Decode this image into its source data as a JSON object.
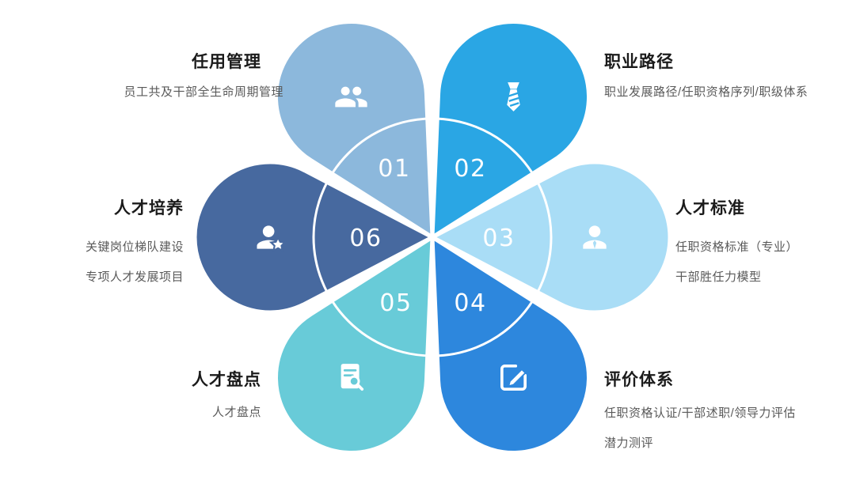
{
  "diagram": {
    "background": "#ffffff",
    "ring_color": "#ffffff",
    "number_color": "#ffffff",
    "title_color": "#1b1b1b",
    "subtitle_color": "#5a5a5a"
  },
  "petals": [
    {
      "number": "01",
      "title": "任用管理",
      "color": "#8cb8dc",
      "icon": "users-icon",
      "lines": [
        "员工共及干部全生命周期管理"
      ]
    },
    {
      "number": "02",
      "title": "职业路径",
      "color": "#2aa6e4",
      "icon": "tie-icon",
      "lines": [
        "职业发展路径/任职资格序列/职级体系"
      ]
    },
    {
      "number": "03",
      "title": "人才标准",
      "color": "#a9ddf6",
      "icon": "person-icon",
      "lines": [
        "任职资格标准（专业）",
        "干部胜任力模型"
      ]
    },
    {
      "number": "04",
      "title": "评价体系",
      "color": "#2d87dd",
      "icon": "edit-icon",
      "lines": [
        "任职资格认证/干部述职/领导力评估",
        "潜力测评"
      ]
    },
    {
      "number": "05",
      "title": "人才盘点",
      "color": "#68cbd8",
      "icon": "document-search-icon",
      "lines": [
        "人才盘点"
      ]
    },
    {
      "number": "06",
      "title": "人才培养",
      "color": "#47699f",
      "icon": "person-star-icon",
      "lines": [
        "关键岗位梯队建设",
        "专项人才发展项目"
      ]
    }
  ]
}
